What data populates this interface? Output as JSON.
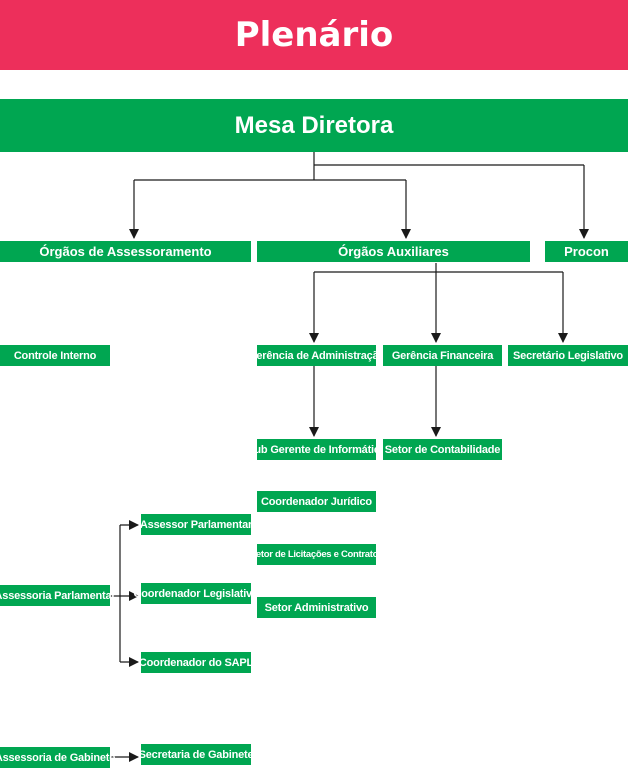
{
  "title": "Plenário",
  "root": "Mesa Diretora",
  "level1": {
    "assessoramento": "Órgãos de Assessoramento",
    "auxiliares": "Órgãos Auxiliares",
    "procon": "Procon"
  },
  "assessoramento_units": {
    "controle_interno": "Controle Interno"
  },
  "auxiliares_units": {
    "gerencia_administracao": "Gerência de Administração",
    "gerencia_financeira": "Gerência Financeira",
    "secretario_legislativo": "Secretário Legislativo",
    "sub_gerente_informatica": "Sub Gerente de Informática",
    "setor_contabilidade": "Setor de Contabilidade",
    "coordenador_juridico": "Coordenador Jurídico",
    "setor_licitacoes": "Setor de Licitações e Contratos",
    "setor_administrativo": "Setor Administrativo"
  },
  "assessoria_parlamentar": {
    "label": "Assessoria Parlamentar",
    "children": {
      "assessor": "Assessor Parlamentar",
      "coordenador_legislativo": "Coordenador Legislativo",
      "coordenador_sapl": "Coordenador do SAPL"
    }
  },
  "assessoria_gabinete": {
    "label": "Assessoria de Gabinete",
    "child": "Secretaria de Gabinete"
  },
  "colors": {
    "banner": "#ed2f5b",
    "box": "#00a651",
    "text": "#ffffff",
    "connector": "#1a1a1a"
  }
}
